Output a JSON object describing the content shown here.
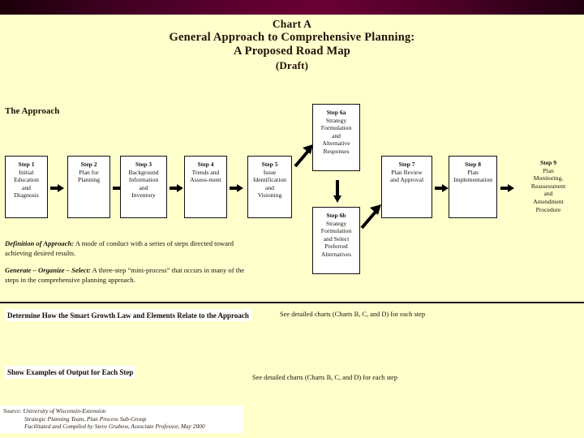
{
  "banner": {
    "present": true,
    "color": "#5e0030"
  },
  "background_color": "#ffffcc",
  "title": {
    "line1": "Chart A",
    "line2": "General Approach to Comprehensive Planning:",
    "line3": "A Proposed Road Map",
    "line4": "(Draft)"
  },
  "sections": {
    "approach_heading": "The Approach",
    "smart_growth_heading": "Determine How the Smart Growth Law and Elements Relate to the Approach",
    "smart_growth_note": "See detailed charts (Charts B, C, and D) for each step",
    "examples_heading": "Show Examples of Output for Each Step",
    "examples_note": "See detailed charts (Charts B, C, and D) for each step"
  },
  "steps": [
    {
      "id": "step1",
      "title": "Step 1",
      "body": [
        "Initial",
        "Education",
        "and",
        "Diagnosis"
      ]
    },
    {
      "id": "step2",
      "title": "Step 2",
      "body": [
        "Plan for",
        "Planning"
      ]
    },
    {
      "id": "step3",
      "title": "Step 3",
      "body": [
        "Background",
        "Information",
        "and",
        "Inventory"
      ]
    },
    {
      "id": "step4",
      "title": "Step 4",
      "body": [
        "Trends and",
        "Assess-ment"
      ]
    },
    {
      "id": "step5",
      "title": "Step 5",
      "body": [
        "Issue",
        "Identification",
        "and",
        "Visioning"
      ]
    },
    {
      "id": "step6a",
      "title": "Step 6a",
      "body": [
        "Strategy",
        "Formulation",
        "and",
        "Alternative",
        "Responses"
      ]
    },
    {
      "id": "step6b",
      "title": "Step 6b",
      "body": [
        "Strategy",
        "Formulation",
        "and Select",
        "Preferred",
        "Alternatives"
      ]
    },
    {
      "id": "step7",
      "title": "Step 7",
      "body": [
        "Plan Review",
        "and Approval"
      ]
    },
    {
      "id": "step8",
      "title": "Step 8",
      "body": [
        "Plan",
        "Implementation"
      ]
    },
    {
      "id": "step9",
      "title": "Step 9",
      "body": [
        "Plan",
        "Monitoring,",
        "Reassessment",
        "and",
        "Amendment",
        "Procedure"
      ]
    }
  ],
  "definitions": {
    "def1_label": "Definition of Approach:",
    "def1_text": " A mode of conduct with a series of steps directed toward achieving desired results.",
    "def2_label": "Generate – Organize – Select:",
    "def2_text": " A three-step “mini-process” that occurs in many of the steps in the comprehensive planning approach."
  },
  "source": {
    "line1": "Source: University of Wisconsin-Extension",
    "line2": "Strategic Planning Team, Plan Process Sub-Group",
    "line3": "Facilitated and Compiled by Steve Grabow, Associate Professor, May 2000"
  }
}
